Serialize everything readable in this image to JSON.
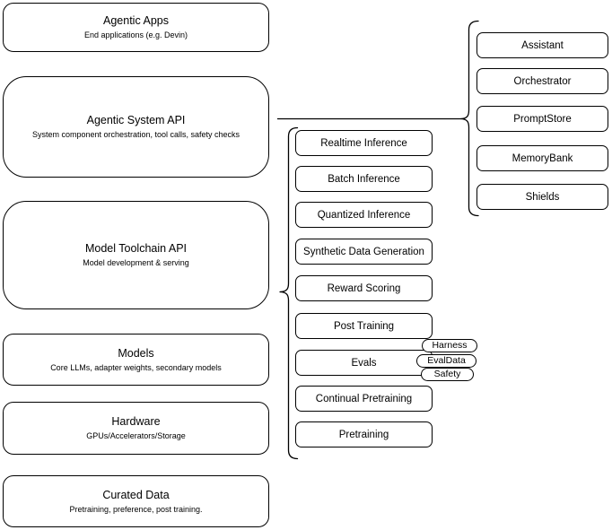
{
  "diagram": {
    "colors": {
      "background": "#ffffff",
      "stroke": "#000000",
      "text": "#000000"
    },
    "left_stack": [
      {
        "title": "Agentic Apps",
        "subtitle": "End applications (e.g. Devin)"
      },
      {
        "title": "Agentic System API",
        "subtitle": "System component orchestration, tool calls, safety checks"
      },
      {
        "title": "Model Toolchain API",
        "subtitle": "Model development & serving"
      },
      {
        "title": "Models",
        "subtitle": "Core LLMs, adapter weights, secondary models"
      },
      {
        "title": "Hardware",
        "subtitle": "GPUs/Accelerators/Storage"
      },
      {
        "title": "Curated Data",
        "subtitle": "Pretraining, preference, post training."
      }
    ],
    "toolchain_items": [
      {
        "label": "Realtime Inference"
      },
      {
        "label": "Batch Inference"
      },
      {
        "label": "Quantized Inference"
      },
      {
        "label": "Synthetic Data Generation"
      },
      {
        "label": "Reward Scoring"
      },
      {
        "label": "Post Training"
      },
      {
        "label": "Evals"
      },
      {
        "label": "Continual Pretraining"
      },
      {
        "label": "Pretraining"
      }
    ],
    "evals_tags": [
      {
        "label": "Harness"
      },
      {
        "label": "EvalData"
      },
      {
        "label": "Safety"
      }
    ],
    "system_components": [
      {
        "label": "Assistant"
      },
      {
        "label": "Orchestrator"
      },
      {
        "label": "PromptStore"
      },
      {
        "label": "MemoryBank"
      },
      {
        "label": "Shields"
      }
    ]
  }
}
